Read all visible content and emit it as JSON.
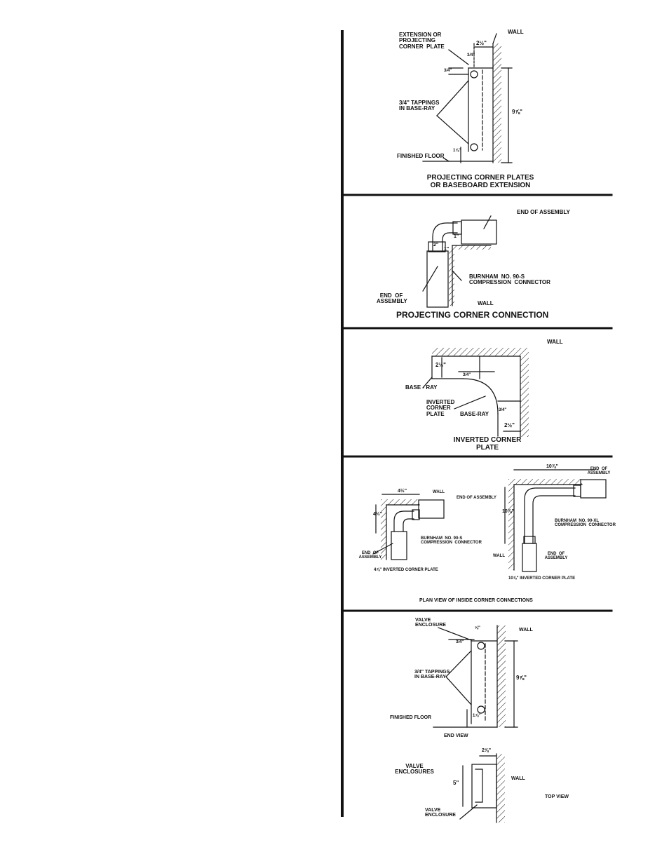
{
  "panel1": {
    "label_plate": "EXTENSION OR\nPROJECTING\nCORNER  PLATE",
    "dim_top": "2½\"",
    "label_wall": "WALL",
    "dim_small_top": "3/4\"",
    "dim_small_left": "3/4\"",
    "label_tappings": "3/4\" TAPPINGS\nIN BASE-RAY",
    "dim_height": "9⅞\"",
    "label_floor": "FINISHED  FLOOR",
    "dim_floor": "1⅞\"",
    "caption": "PROJECTING CORNER PLATES\nOR BASEBOARD EXTENSION"
  },
  "panel2": {
    "label_end_top": "END  OF  ASSEMBLY",
    "dim_a": "1\"",
    "dim_b": "2\"",
    "dim_c": "1\"",
    "label_connector": "BURNHAM  NO. 90-S\nCOMPRESSION  CONNECTOR",
    "label_end_left": "END  OF\nASSEMBLY",
    "label_wall": "WALL",
    "caption": "PROJECTING  CORNER  CONNECTION"
  },
  "panel3": {
    "label_wall": "WALL",
    "dim_left": "2½\"",
    "dim_small": "3/4\"",
    "label_baseray_left": "BASE - RAY",
    "label_plate": "INVERTED\nCORNER\nPLATE",
    "label_baseray_right": "BASE-RAY",
    "dim_right_v": "3/4\"",
    "dim_right_h": "2½\"",
    "caption": "INVERTED CORNER\nPLATE"
  },
  "panel4": {
    "left": {
      "dim_top": "4½\"",
      "label_wall": "WALL",
      "label_end_right": "END  OF  ASSEMBLY",
      "dim_left": "4½\"",
      "label_connector": "BURNHAM  NO. 90-S\nCOMPRESSION  CONNECTOR",
      "label_end_left": "END  OF\nASSEMBLY",
      "caption": "4⅞\"  INVERTED  CORNER  PLATE"
    },
    "right": {
      "dim_top": "10⅞\"",
      "label_end_right": "END  OF\nASSEMBLY",
      "dim_left": "10⅞\"",
      "label_connector": "BURNHAM  NO. 90-XL\nCOMPRESSION  CONNECTOR",
      "label_wall": "WALL",
      "label_end_bottom": "END  OF\nASSEMBLY",
      "caption": "10⅞\"  INVERTED  CORNER  PLATE"
    },
    "caption": "PLAN  VIEW  OF  INSIDE  CORNER  CONNECTIONS"
  },
  "panel5": {
    "label_enclosure_top": "VALVE\nENCLOSURE",
    "dim_top": "⅝\"",
    "label_wall": "WALL",
    "dim_small": "3/4\"",
    "label_tappings": "3/4\" TAPPINGS\nIN BASE-RAY",
    "dim_height": "9⅞\"",
    "label_floor": "FINISHED  FLOOR",
    "dim_floor": "1⅞\"",
    "label_end_view": "END  VIEW",
    "dim_top2": "2⅝\"",
    "label_valve": "VALVE\nENCLOSURES",
    "dim_five": "5\"",
    "label_wall2": "WALL",
    "label_top_view": "TOP  VIEW",
    "label_enclosure_bottom": "VALVE\nENCLOSURE"
  }
}
